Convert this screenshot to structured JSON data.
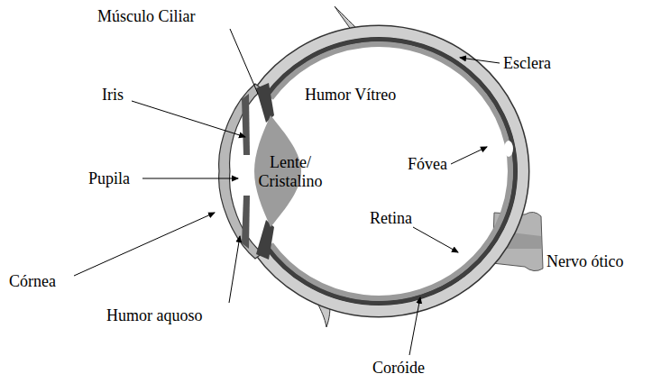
{
  "diagram": {
    "labels": [
      "Músculo Ciliar",
      "Esclera",
      "Iris",
      "Humor Vítreo",
      "Lente/ Cristalino",
      "Pupila",
      "Fóvea",
      "Retina",
      "Nervo ótico",
      "Córnea",
      "Humor aquoso",
      "Coróide"
    ]
  }
}
